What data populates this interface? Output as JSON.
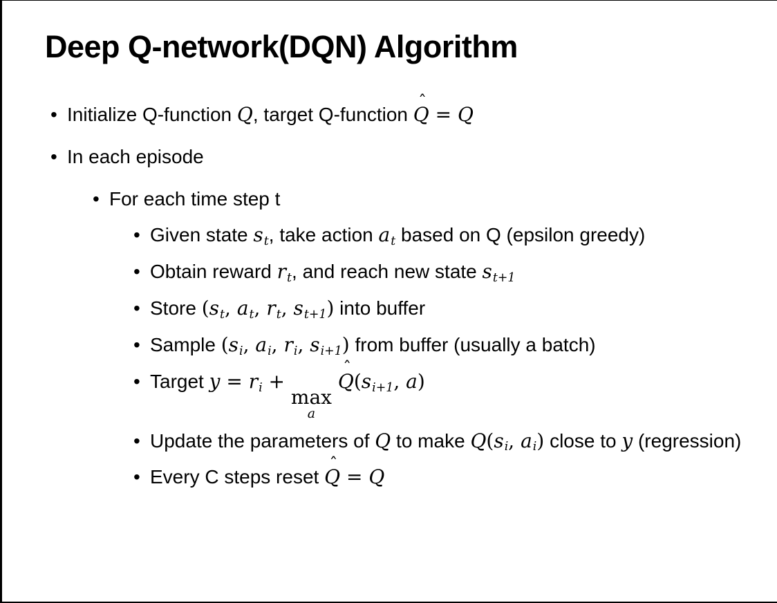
{
  "slide": {
    "title": "Deep Q-network(DQN) Algorithm",
    "bullet_char": "•",
    "bullets": [
      {
        "level": 1,
        "segments": [
          {
            "t": "Initialize Q-function "
          },
          {
            "m": "Q"
          },
          {
            "t": ", target Q-function "
          },
          {
            "m": "Q",
            "hat": true
          },
          {
            "r": " = "
          },
          {
            "m": "Q"
          }
        ]
      },
      {
        "level": 1,
        "segments": [
          {
            "t": "In each episode"
          }
        ]
      },
      {
        "level": 2,
        "segments": [
          {
            "t": "For each time step t"
          }
        ]
      },
      {
        "level": 3,
        "segments": [
          {
            "t": "Given state "
          },
          {
            "m": "s",
            "sub": "t"
          },
          {
            "t": ", take action "
          },
          {
            "m": "a",
            "sub": "t"
          },
          {
            "t": " based on Q (epsilon greedy)"
          }
        ]
      },
      {
        "level": 3,
        "segments": [
          {
            "t": "Obtain reward "
          },
          {
            "m": "r",
            "sub": "t"
          },
          {
            "t": ", and reach new state "
          },
          {
            "m": "s",
            "sub": "t+1"
          }
        ]
      },
      {
        "level": 3,
        "segments": [
          {
            "t": "Store "
          },
          {
            "r": "("
          },
          {
            "m": "s",
            "sub": "t"
          },
          {
            "r": ", "
          },
          {
            "m": "a",
            "sub": "t"
          },
          {
            "r": ", "
          },
          {
            "m": "r",
            "sub": "t"
          },
          {
            "r": ", "
          },
          {
            "m": "s",
            "sub": "t+1"
          },
          {
            "r": ")"
          },
          {
            "t": " into buffer"
          }
        ]
      },
      {
        "level": 3,
        "segments": [
          {
            "t": "Sample "
          },
          {
            "r": "("
          },
          {
            "m": "s",
            "sub": "i"
          },
          {
            "r": ", "
          },
          {
            "m": "a",
            "sub": "i"
          },
          {
            "r": ", "
          },
          {
            "m": "r",
            "sub": "i"
          },
          {
            "r": ", "
          },
          {
            "m": "s",
            "sub": "i+1"
          },
          {
            "r": ")"
          },
          {
            "t": " from buffer (usually a batch)"
          }
        ]
      },
      {
        "level": 3,
        "segments": [
          {
            "t": "Target "
          },
          {
            "m": "y"
          },
          {
            "r": " = "
          },
          {
            "m": "r",
            "sub": "i"
          },
          {
            "r": " + "
          },
          {
            "stack": {
              "top": "max",
              "bottom": "a"
            }
          },
          {
            "r": " "
          },
          {
            "m": "Q",
            "hat": true
          },
          {
            "r": "("
          },
          {
            "m": "s",
            "sub": "i+1"
          },
          {
            "r": ", "
          },
          {
            "m": "a"
          },
          {
            "r": ")"
          }
        ]
      },
      {
        "level": 3,
        "segments": [
          {
            "t": "Update the parameters of "
          },
          {
            "m": "Q"
          },
          {
            "t": " to make "
          },
          {
            "m": "Q"
          },
          {
            "r": "("
          },
          {
            "m": "s",
            "sub": "i"
          },
          {
            "r": ", "
          },
          {
            "m": "a",
            "sub": "i"
          },
          {
            "r": ")"
          },
          {
            "t": " close to "
          },
          {
            "m": "y"
          },
          {
            "t": " (regression)"
          }
        ]
      },
      {
        "level": 3,
        "segments": [
          {
            "t": "Every C steps reset "
          },
          {
            "m": "Q",
            "hat": true
          },
          {
            "r": " = "
          },
          {
            "m": "Q"
          }
        ]
      }
    ]
  },
  "colors": {
    "background": "#ffffff",
    "text": "#000000",
    "border": "#000000"
  }
}
